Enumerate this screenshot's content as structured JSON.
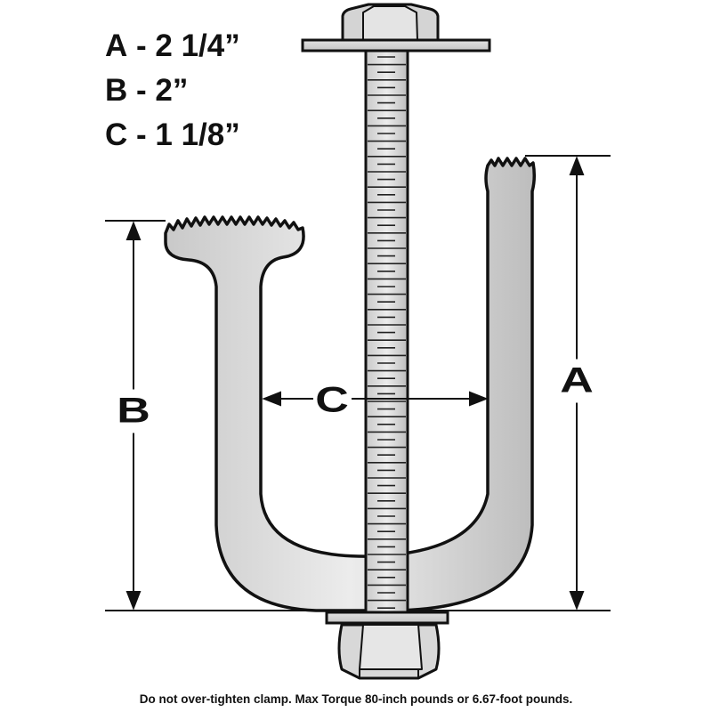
{
  "legend": [
    {
      "letter": "A",
      "value": "- 2 1/4”"
    },
    {
      "letter": "B",
      "value": "- 2”"
    },
    {
      "letter": "C",
      "value": "- 1 1/8”"
    }
  ],
  "dimensions": {
    "a_label": "A",
    "b_label": "B",
    "c_label": "C"
  },
  "note": "Do not over-tighten clamp. Max Torque 80-inch pounds or 6.67-foot pounds.",
  "colors": {
    "metal": "#d6d6d6",
    "outline": "#111111"
  }
}
